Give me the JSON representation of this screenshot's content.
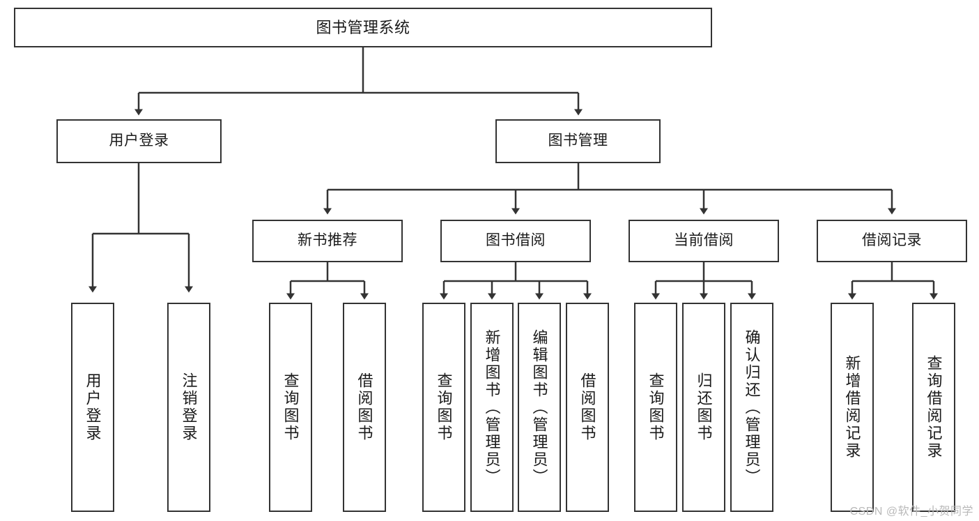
{
  "diagram": {
    "type": "tree",
    "title": "图书管理系统",
    "watermark": "CSDN @软件_小贺同学",
    "colors": {
      "node_border": "#333333",
      "node_fill": "#ffffff",
      "edge": "#333333",
      "text": "#1a1a1a",
      "watermark": "#b9b9b9"
    },
    "nodes": {
      "root": {
        "label": "图书管理系统"
      },
      "level2": [
        {
          "id": "user-login",
          "label": "用户登录"
        },
        {
          "id": "book-manage",
          "label": "图书管理"
        }
      ],
      "level3": [
        {
          "id": "new-book-recommend",
          "label": "新书推荐"
        },
        {
          "id": "book-borrow",
          "label": "图书借阅"
        },
        {
          "id": "current-borrow",
          "label": "当前借阅"
        },
        {
          "id": "borrow-record",
          "label": "借阅记录"
        }
      ],
      "leaves": {
        "user-login": [
          {
            "id": "leaf-user-login",
            "label": "用户登录"
          },
          {
            "id": "leaf-logout",
            "label": "注销登录"
          }
        ],
        "new-book-recommend": [
          {
            "id": "leaf-query-book-1",
            "label": "查询图书"
          },
          {
            "id": "leaf-borrow-book-1",
            "label": "借阅图书"
          }
        ],
        "book-borrow": [
          {
            "id": "leaf-query-book-2",
            "label": "查询图书"
          },
          {
            "id": "leaf-add-book",
            "label": "新增图书（管理员）"
          },
          {
            "id": "leaf-edit-book",
            "label": "编辑图书（管理员）"
          },
          {
            "id": "leaf-borrow-book-2",
            "label": "借阅图书"
          }
        ],
        "current-borrow": [
          {
            "id": "leaf-query-book-3",
            "label": "查询图书"
          },
          {
            "id": "leaf-return-book",
            "label": "归还图书"
          },
          {
            "id": "leaf-confirm-return",
            "label": "确认归还（管理员）"
          }
        ],
        "borrow-record": [
          {
            "id": "leaf-add-record",
            "label": "新增借阅记录"
          },
          {
            "id": "leaf-query-record",
            "label": "查询借阅记录"
          }
        ]
      }
    }
  }
}
